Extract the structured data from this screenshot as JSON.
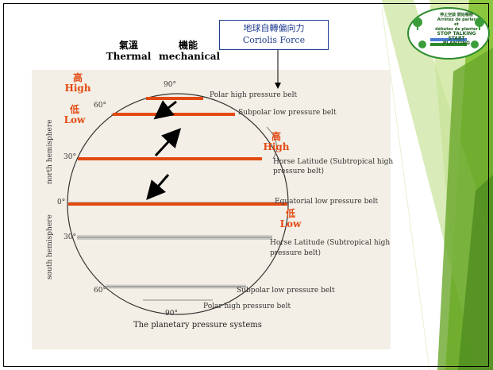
{
  "title": {
    "chinese": "地球自轉偏向力",
    "english": "Coriolis Force"
  },
  "header": {
    "thermal": {
      "chinese": "氣溫",
      "english": "Thermal"
    },
    "mechanical": {
      "chinese": "機能",
      "english": "mechanical"
    }
  },
  "annotations": {
    "high_top": {
      "chinese": "高",
      "english": "High"
    },
    "low_sub": {
      "chinese": "低",
      "english": "Low"
    },
    "high_horse": {
      "chinese": "高",
      "english": "High"
    },
    "low_eq": {
      "chinese": "低",
      "english": "Low"
    }
  },
  "belts": {
    "polar_n": "Polar high pressure belt",
    "subpolar_n": "Subpolar low pressure belt",
    "horse_n_1": "Horse Latitude (Subtropical high",
    "horse_n_2": "pressure belt)",
    "equatorial": "Equatorial low pressure belt",
    "horse_s_1": "Horse Latitude (Subtropical high",
    "horse_s_2": "pressure belt)",
    "subpolar_s": "Subpolar low pressure belt",
    "polar_s": "Polar high pressure belt"
  },
  "degrees": {
    "n90": "90°",
    "n60": "60°",
    "n30": "30°",
    "eq": "0°",
    "s30": "30°",
    "s60": "60°",
    "s90": "90°"
  },
  "hemispheres": {
    "north": "north hemisphere",
    "south": "south hemisphere"
  },
  "caption": "The planetary pressure systems",
  "badge": {
    "line1": "停止空談 開始種樹",
    "line2": "Arrêtez de parler et",
    "line3": "débutez de planter",
    "line4": "STOP TALKING",
    "line5": "START PLANTING"
  },
  "colors": {
    "accent_red": "#e34a12",
    "title_blue": "#1f3b8f",
    "deco_green": "#8cc63f"
  }
}
